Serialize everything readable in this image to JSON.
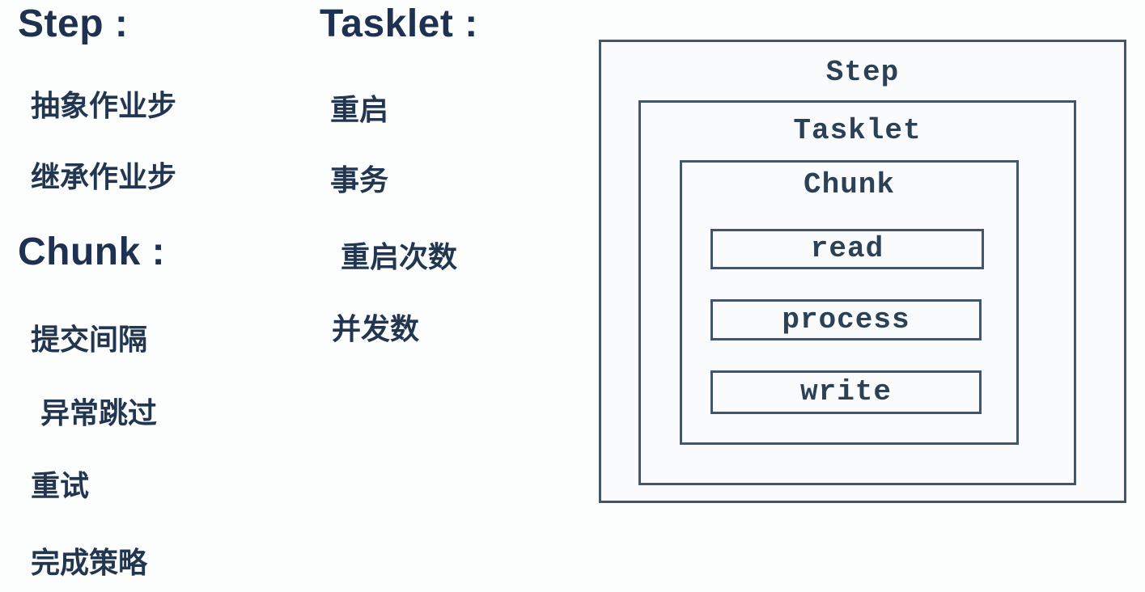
{
  "lists": {
    "step": {
      "heading": "Step :",
      "items": [
        "抽象作业步",
        "继承作业步"
      ]
    },
    "chunk": {
      "heading": "Chunk :",
      "items": [
        "提交间隔",
        "异常跳过",
        "重试",
        "完成策略"
      ]
    },
    "tasklet": {
      "heading": "Tasklet :",
      "items": [
        "重启",
        "事务",
        "重启次数",
        "并发数"
      ]
    }
  },
  "diagram": {
    "step_label": "Step",
    "tasklet_label": "Tasklet",
    "chunk_label": "Chunk",
    "phases": [
      "read",
      "process",
      "write"
    ]
  },
  "colors": {
    "heading_text": "#1e3150",
    "item_text": "#233650",
    "diagram_border": "#42556a",
    "diagram_text": "#2c4156",
    "page_bg": "#fcfdfd"
  }
}
